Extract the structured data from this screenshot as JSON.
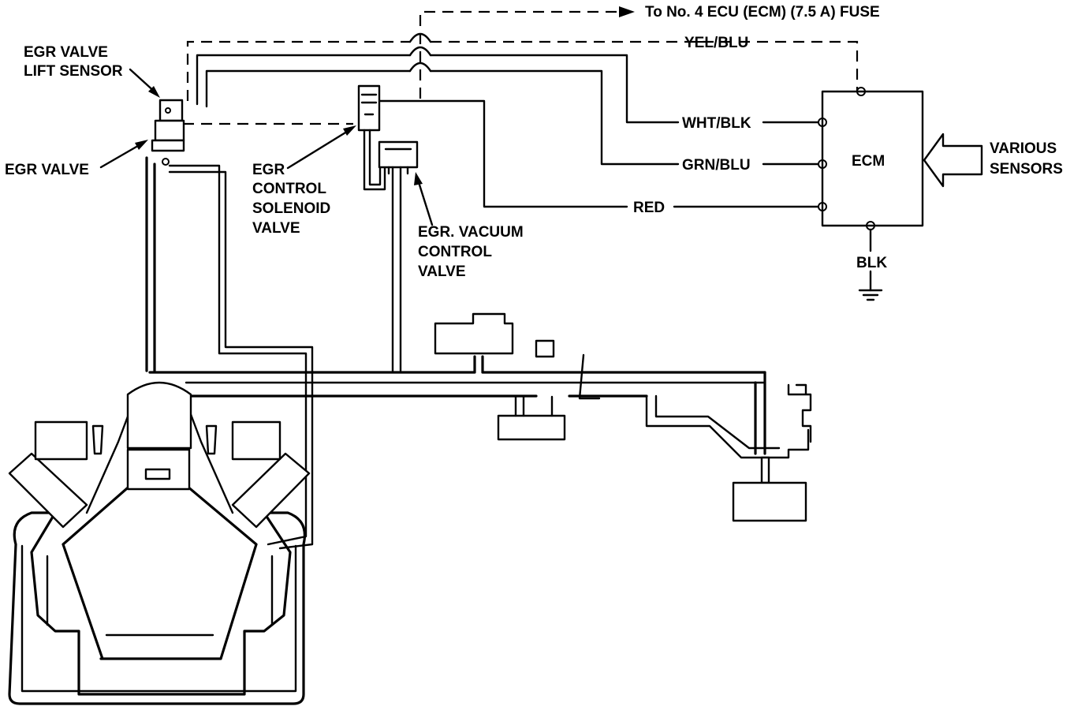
{
  "labels": {
    "fuse": "To No. 4 ECU (ECM) (7.5 A) FUSE",
    "yel_blu": "YEL/BLU",
    "wht_blk": "WHT/BLK",
    "grn_blu": "GRN/BLU",
    "red": "RED",
    "blk": "BLK",
    "ecm": "ECM",
    "various_1": "VARIOUS",
    "various_2": "SENSORS",
    "lift_1": "EGR VALVE",
    "lift_2": "LIFT SENSOR",
    "egr_valve": "EGR VALVE",
    "sol_1": "EGR",
    "sol_2": "CONTROL",
    "sol_3": "SOLENOID",
    "sol_4": "VALVE",
    "vac_1": "EGR. VACUUM",
    "vac_2": "CONTROL",
    "vac_3": "VALVE"
  },
  "colors": {
    "ink": "#000000",
    "paper": "#ffffff"
  }
}
